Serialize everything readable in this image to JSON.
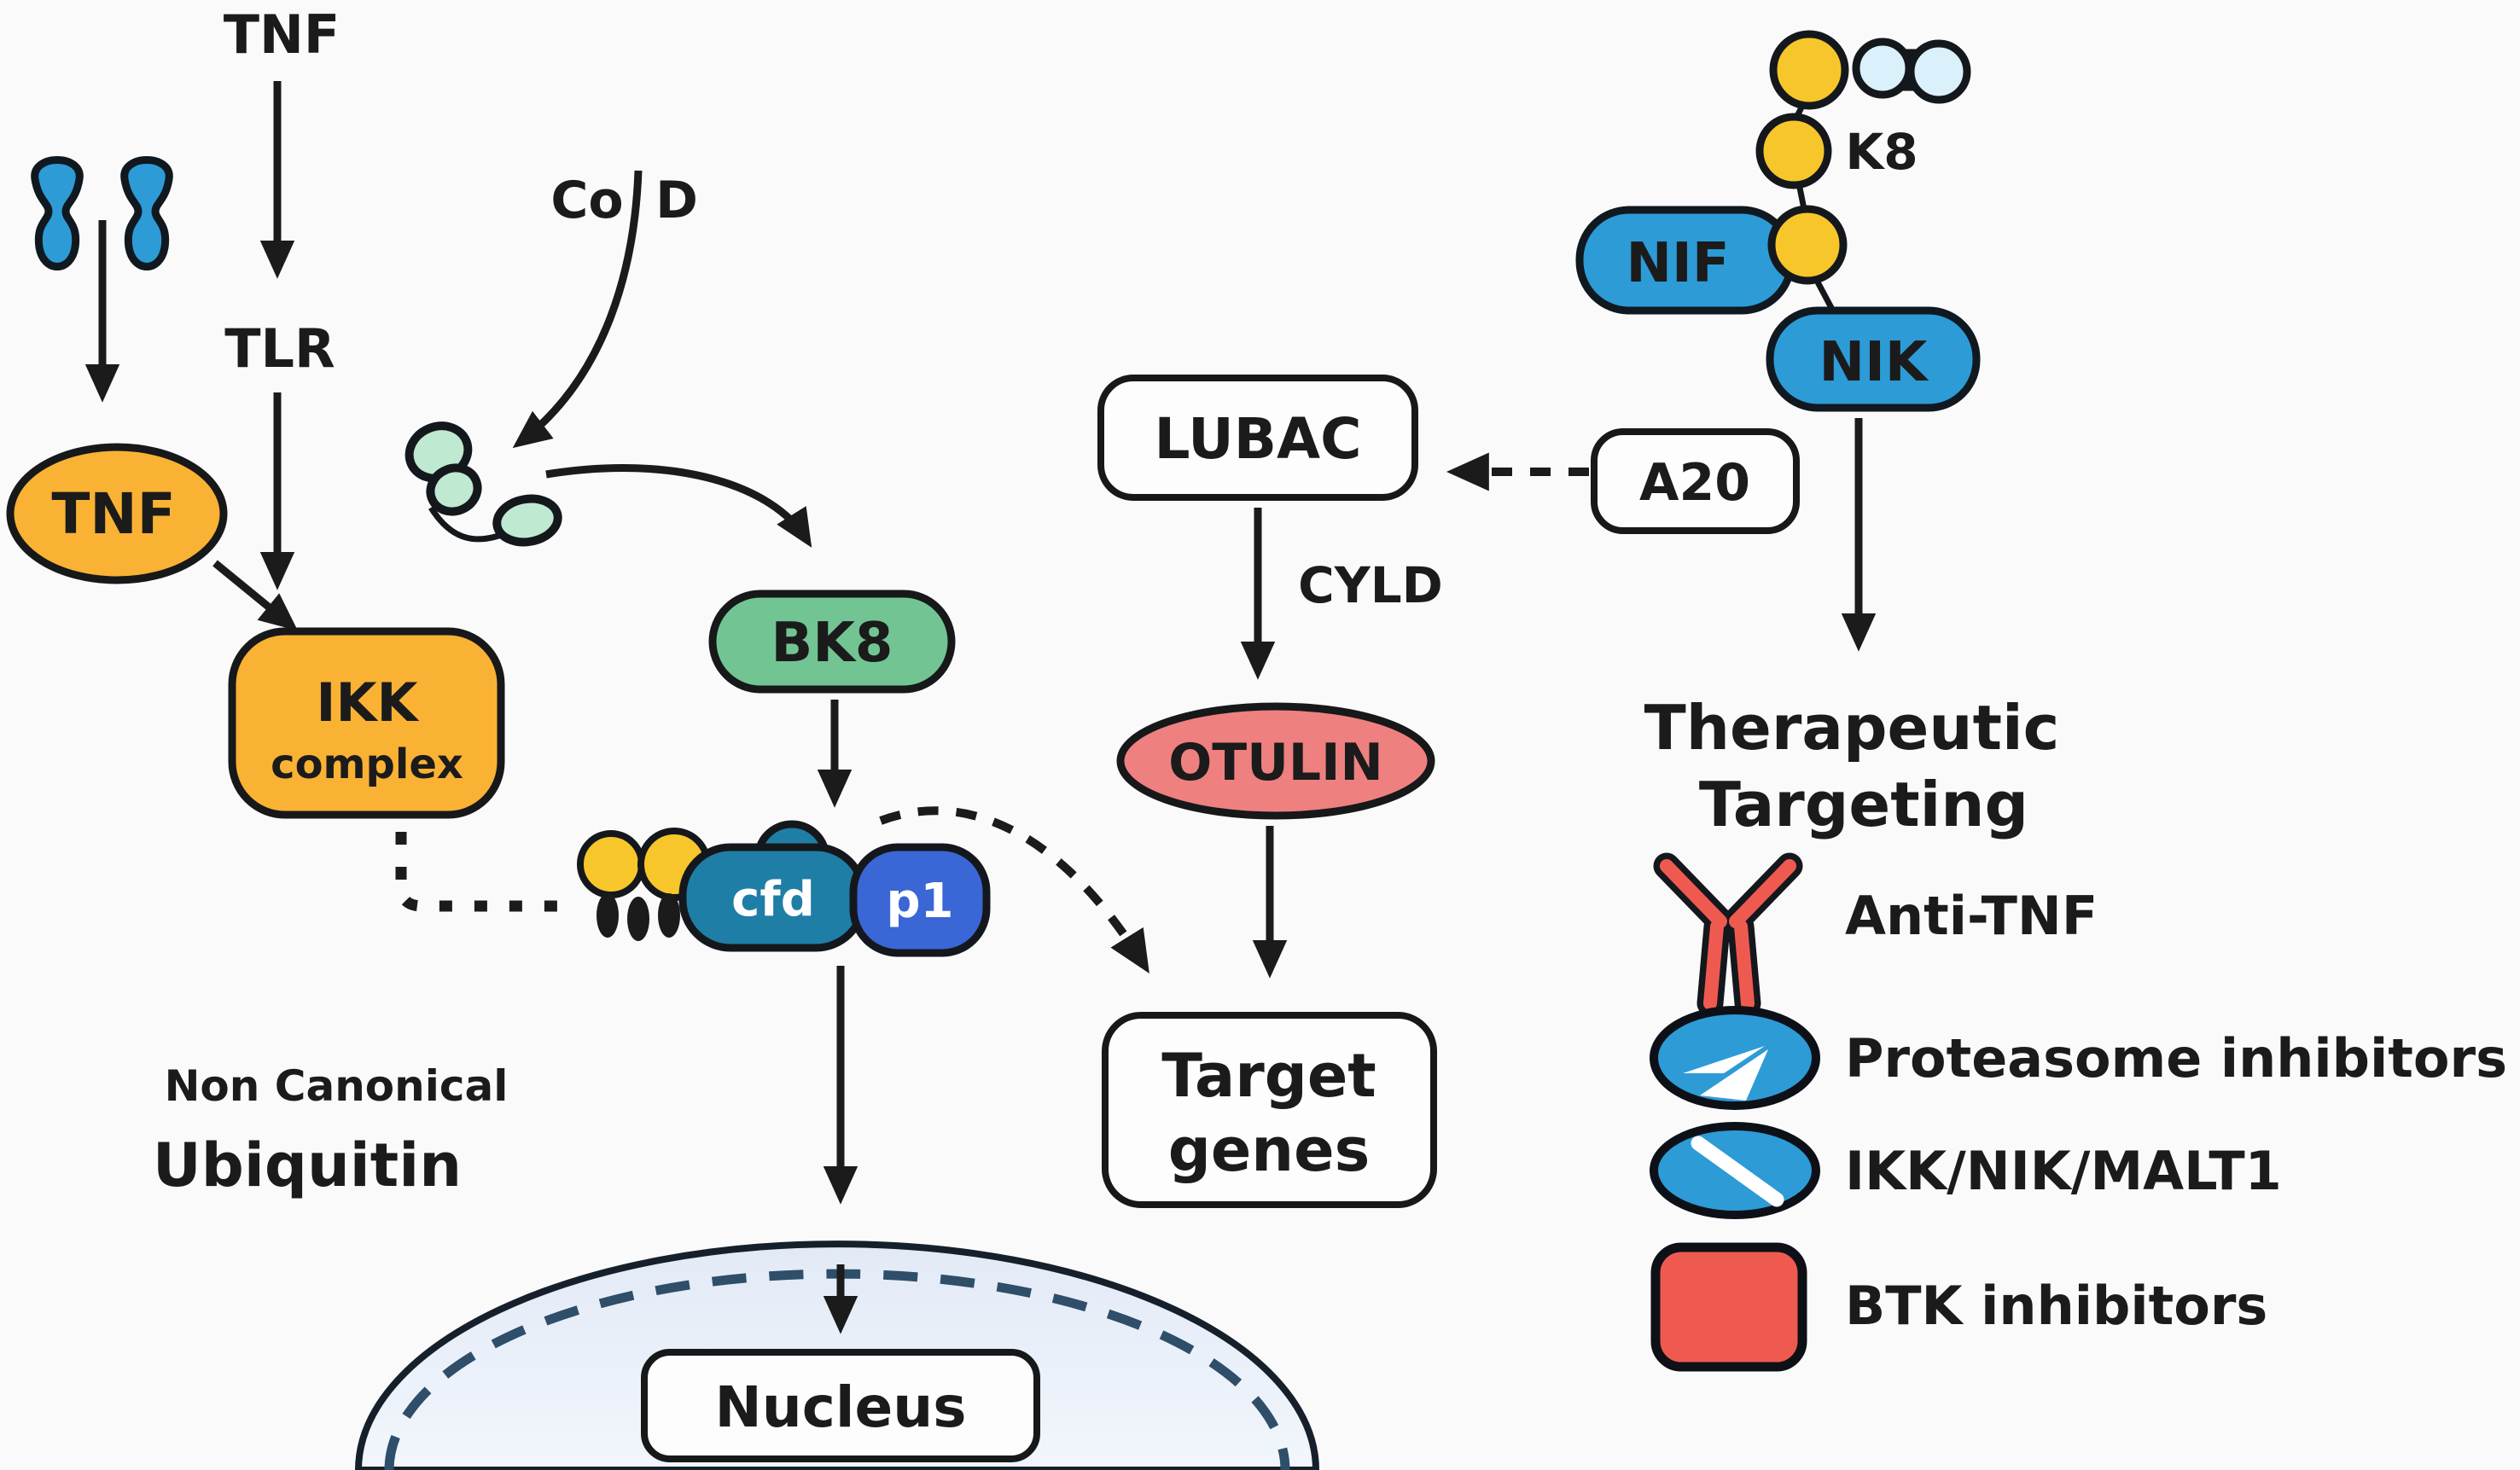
{
  "title": "Non-canonical NF-kB / ubiquitin signaling pathway with therapeutic targeting",
  "palette": {
    "orange": "#f9b233",
    "green": "#72c593",
    "pale_green": "#bfe9d1",
    "teal": "#1f7ea6",
    "indigo": "#3a66d6",
    "blue": "#2d9bd6",
    "yellow": "#f7c62a",
    "salmon": "#ef8080",
    "red": "#ef5a50",
    "light_blue_dumbbell": "#daf0fa",
    "nucleus_fill": "#eaf0f9",
    "nucleus_dash": "#2f4e69",
    "ink": "#1b1b1b"
  },
  "pathway": {
    "tnf_top_label": "TNF",
    "tlr_label": "TLR",
    "tnf_oval_label": "TNF",
    "ikk_line1": "IKK",
    "ikk_line2": "complex",
    "cod_label_left": "Co",
    "cod_label_right": "D",
    "bk8_label": "BK8",
    "cfd_label": "cfd",
    "p1_label": "p1",
    "non_canonical_line1": "Non Canonical",
    "non_canonical_line2": "Ubiquitin",
    "nucleus_label": "Nucleus",
    "lubac_label": "LUBAC",
    "a20_label": "A20",
    "cyld_label": "CYLD",
    "otulin_label": "OTULIN",
    "target_genes_line1": "Target",
    "target_genes_line2": "genes",
    "k8_label": "K8",
    "nif_label": "NIF",
    "nik_label": "NIK"
  },
  "legend": {
    "heading_line1": "Therapeutic",
    "heading_line2": "Targeting",
    "items": [
      {
        "icon": "antibody-icon",
        "label": "Anti-TNF",
        "color": "#ef5a50"
      },
      {
        "icon": "proteasome-plane-icon",
        "label": "Proteasome inhibitors",
        "color": "#2d9bd6"
      },
      {
        "icon": "tablet-slash-icon",
        "label": "IKK/NIK/MALT1",
        "color": "#2d9bd6"
      },
      {
        "icon": "btk-block-icon",
        "label": "BTK inhibitors",
        "color": "#ef5a50"
      }
    ]
  }
}
